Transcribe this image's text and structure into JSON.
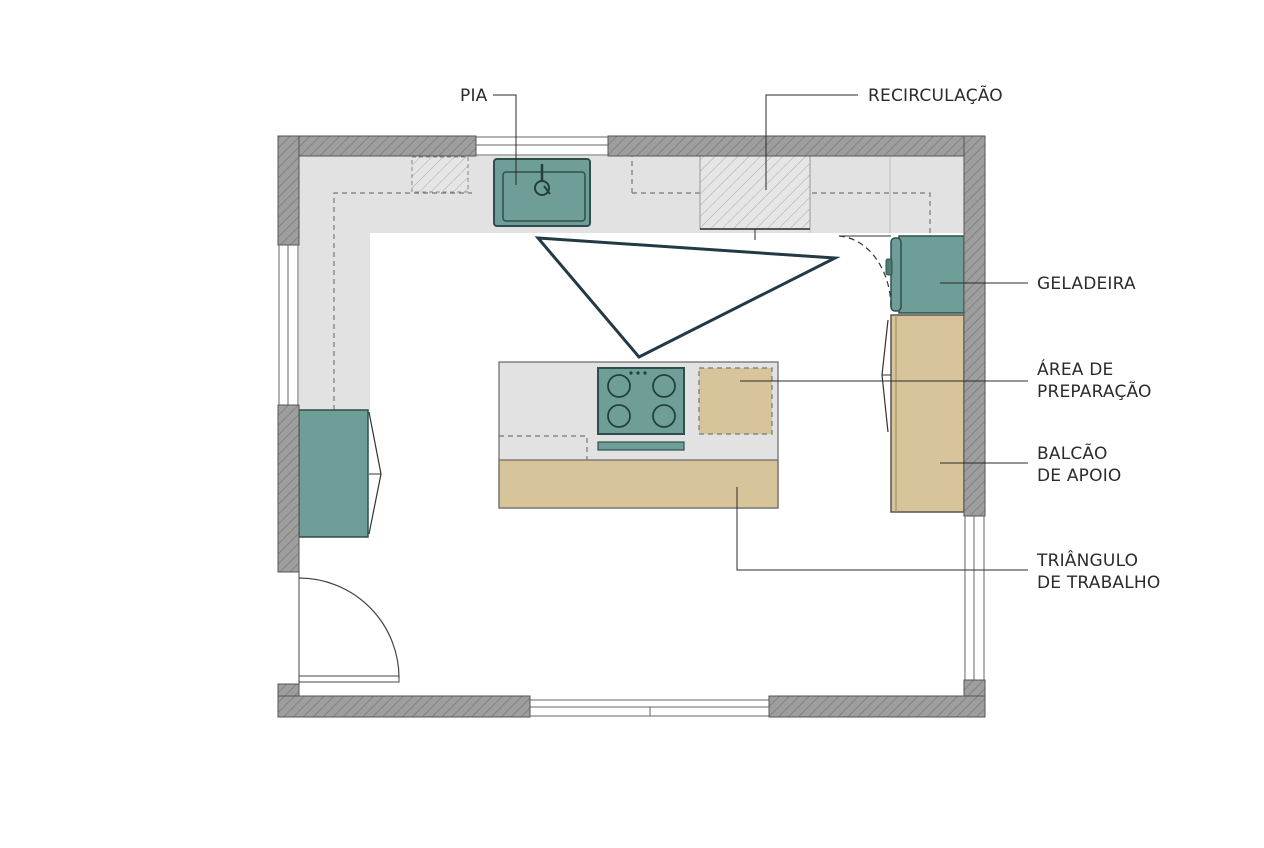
{
  "labels": {
    "pia": "PIA",
    "recirculacao": "RECIRCULAÇÃO",
    "geladeira": "GELADEIRA",
    "area_preparacao": [
      "ÁREA DE",
      "PREPARAÇÃO"
    ],
    "balcao_apoio": [
      "BALCÃO",
      "DE APOIO"
    ],
    "triangulo_trabalho": [
      "TRIÂNGULO",
      "DE TRABALHO"
    ]
  },
  "colors": {
    "wall": "#9e9e9e",
    "counter": "#e2e2e2",
    "teal": "#6f9e98",
    "wood": "#d8c49a",
    "line": "#2b2b2b",
    "triangle": "#233a44"
  }
}
